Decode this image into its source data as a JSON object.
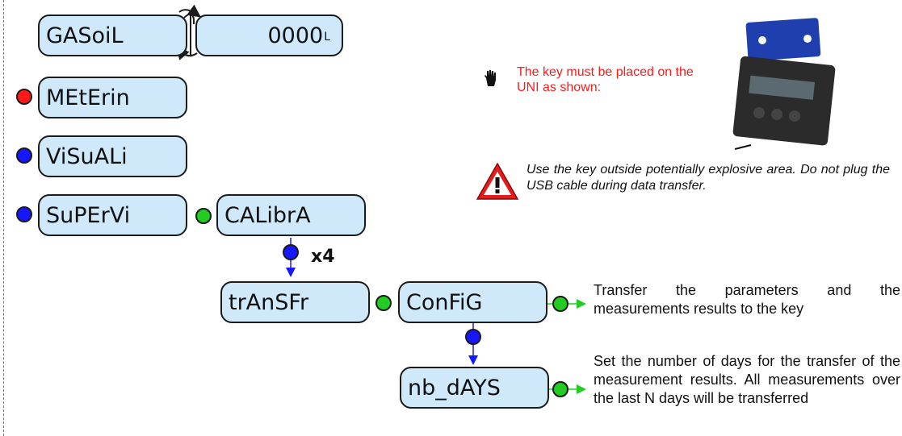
{
  "menu": {
    "gasoil": "GASoiL",
    "counter_value": "0000",
    "counter_unit": "L",
    "meterin": "MEtErin",
    "visuali": "ViSuALi",
    "supervi": "SuPErVi",
    "calibra": "CALibrA",
    "repeat": "x4",
    "transfr": "trAnSFr",
    "config": "ConFiG",
    "nb_days": "nb_dAYS"
  },
  "descriptions": {
    "config": "Transfer the parameters and the measurements results to the key",
    "nb_days": "Set the number of days for the transfer of the measurement results. All measurements over the last N days will be transferred"
  },
  "notes": {
    "key_placement": "The key must be placed on the UNI as shown:",
    "warning": "Use the key outside potentially explosive area. Do not plug the USB cable during data transfer."
  },
  "colors": {
    "box_fill": "#cfe9fb",
    "red_dot": "#ff1a1a",
    "blue_dot": "#1616ff",
    "green_dot": "#22cc22",
    "arrow_blue": "#1616ff",
    "arrow_green": "#22cc22",
    "note_red": "#ff1a1a"
  },
  "icons": [
    "hand-icon",
    "warning-triangle-icon",
    "device-photo"
  ]
}
